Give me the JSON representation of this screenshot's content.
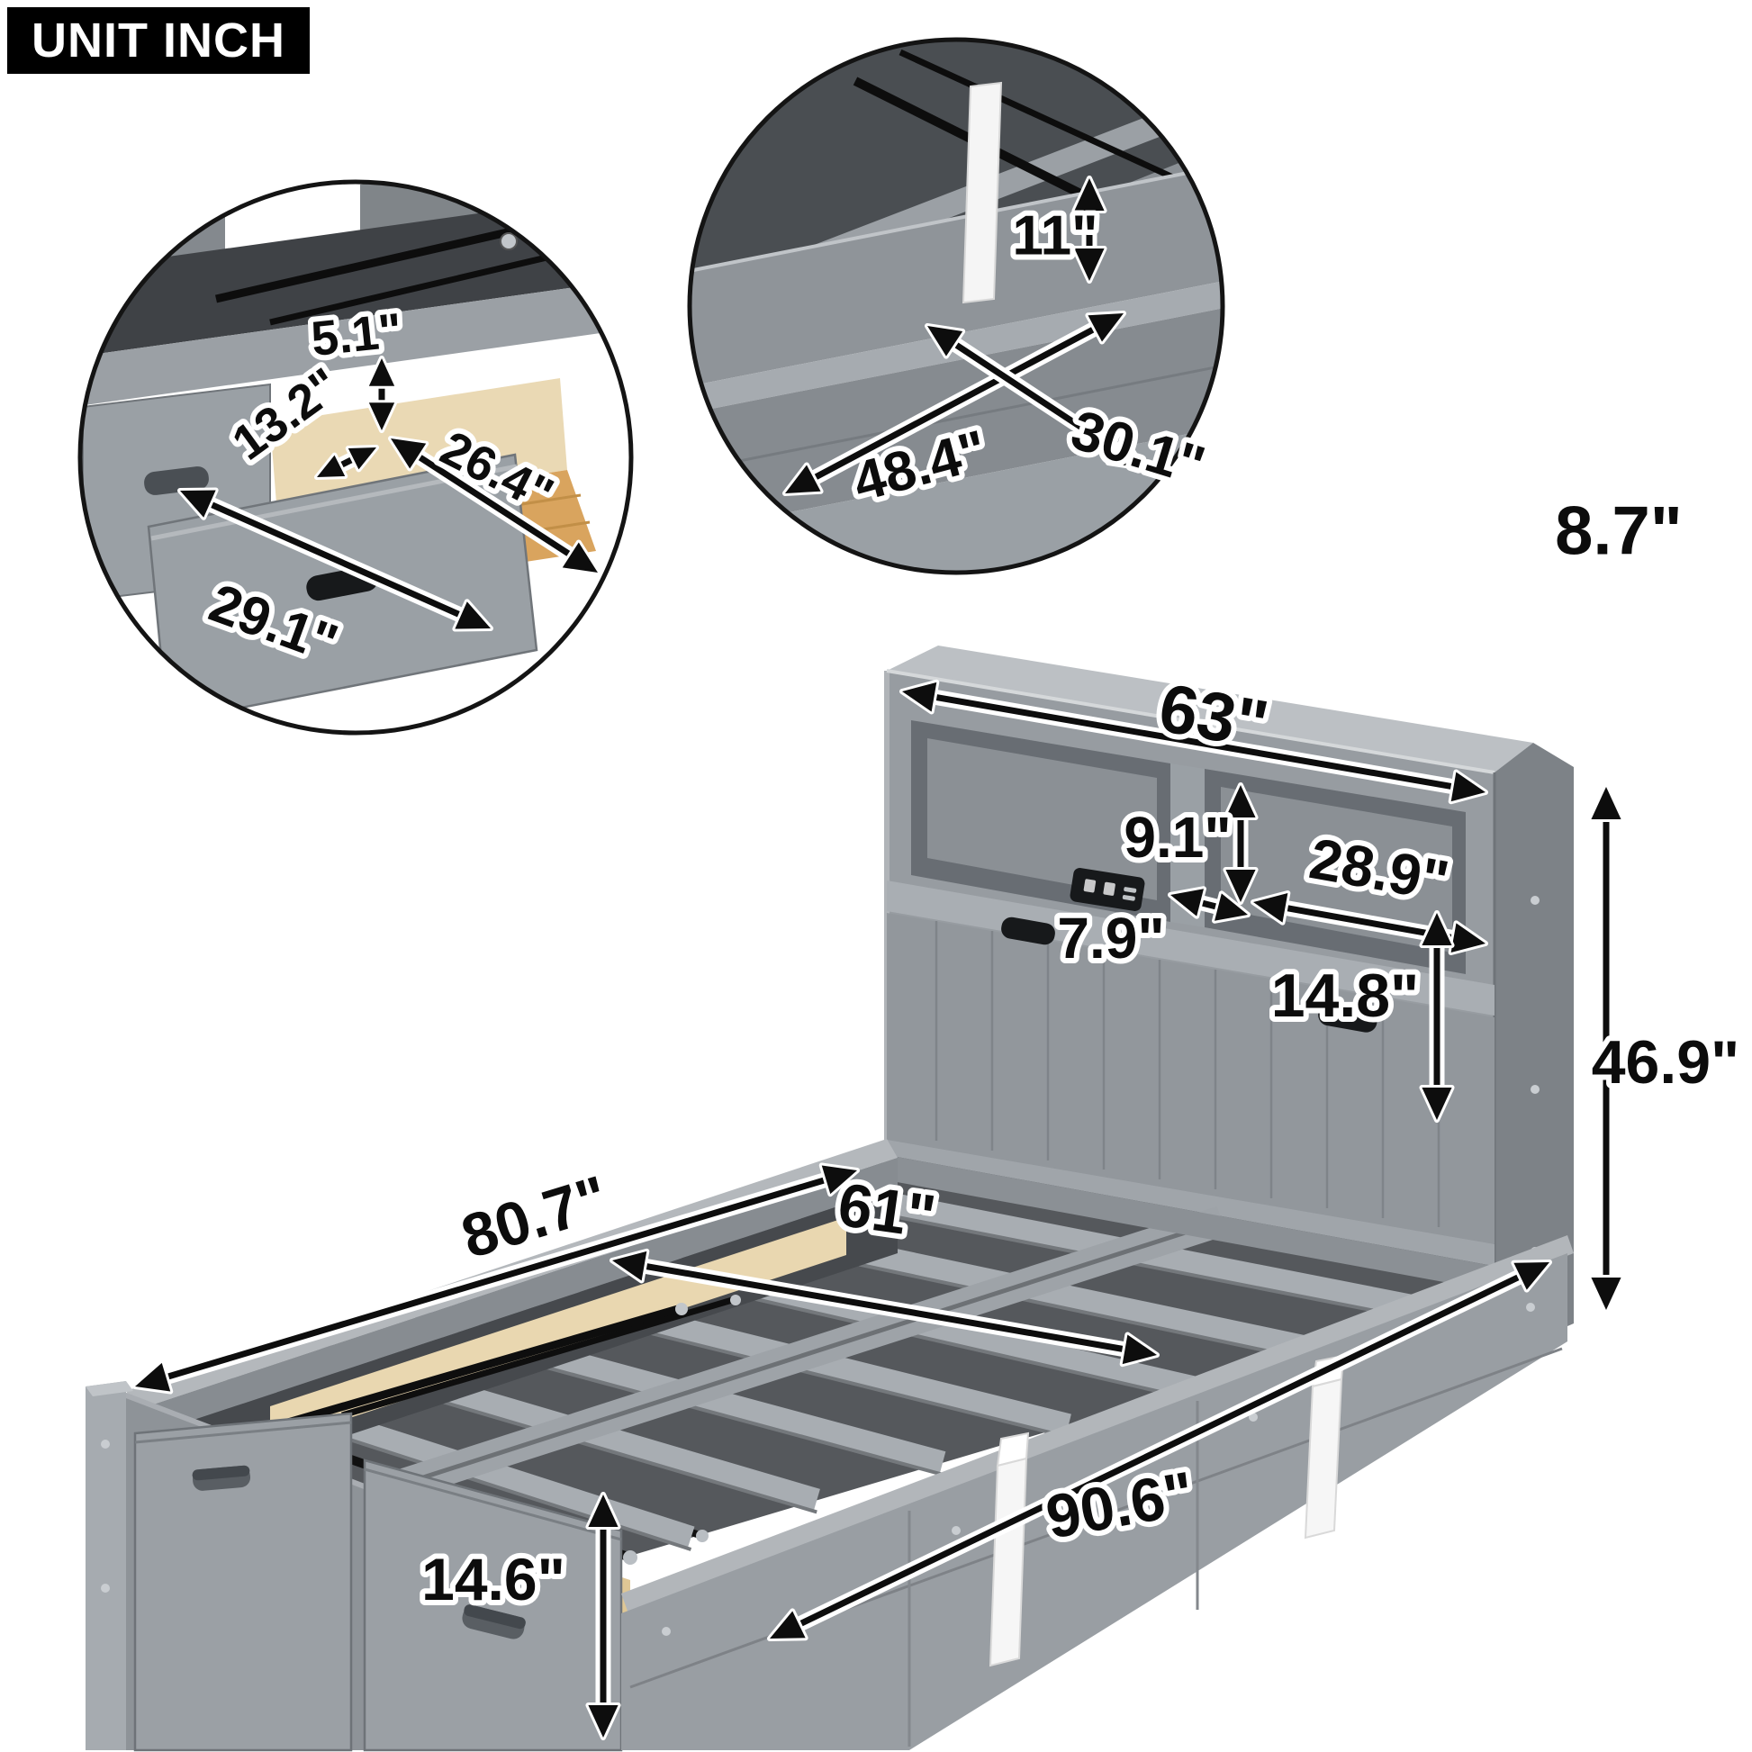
{
  "unit_badge": {
    "label": "UNIT INCH"
  },
  "colors": {
    "bed_gray": "#9aa0a5",
    "bed_gray_dark": "#84898e",
    "bed_gray_light": "#b4b8bc",
    "wood_light": "#ead9b4",
    "wood_floor": "#d9a45e",
    "dimension_text": "#0c0c0c",
    "badge_bg": "#000000",
    "badge_text": "#ffffff"
  },
  "insets": {
    "drawer_detail": {
      "divider_height": "5.1\"",
      "drawer_inner_width": "13.2\"",
      "drawer_inner_depth": "26.4\"",
      "drawer_front_length": "29.1\""
    },
    "under_bed_storage": {
      "compartment_wall_height": "11\"",
      "compartment_length": "48.4\"",
      "compartment_width": "30.1\""
    }
  },
  "bed": {
    "headboard_width": "63\"",
    "headboard_top_depth": "8.7\"",
    "cubby_height": "9.1\"",
    "cubby_width": "28.9\"",
    "cubby_depth": "7.9\"",
    "headboard_panel_height": "14.8\"",
    "headboard_height": "46.9\"",
    "platform_side_length": "80.7\"",
    "slat_width": "61\"",
    "overall_length": "90.6\"",
    "base_height": "14.6\""
  }
}
